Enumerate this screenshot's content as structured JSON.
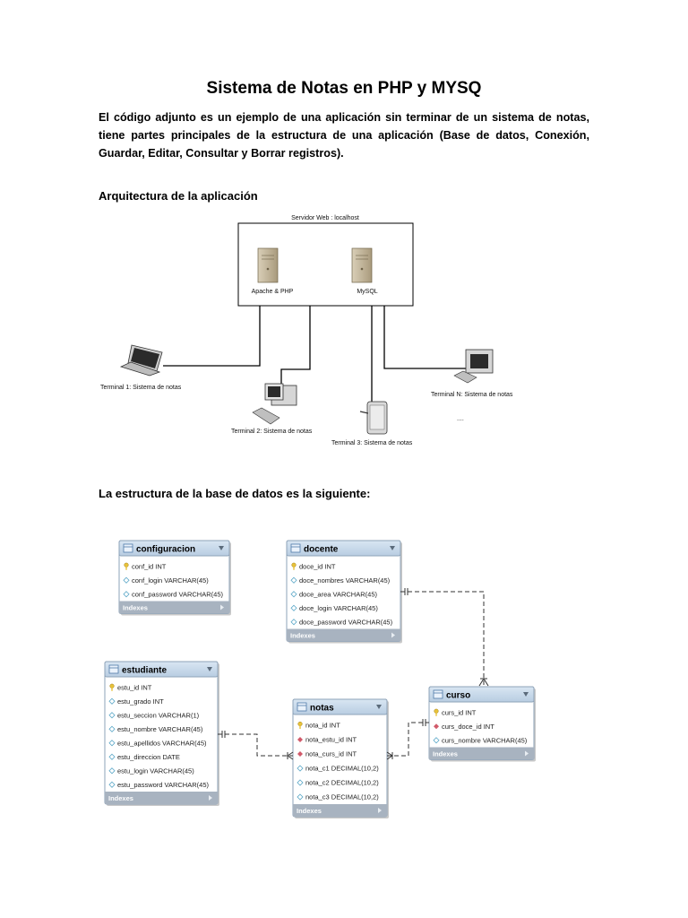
{
  "document": {
    "title": "Sistema de Notas en PHP y MYSQ",
    "intro": "El código adjunto es un ejemplo de una aplicación sin terminar de un sistema de notas, tiene partes principales de la estructura de una aplicación (Base de datos, Conexión, Guardar, Editar, Consultar y Borrar registros).",
    "section_architecture": "Arquitectura de la aplicación",
    "section_database": "La estructura de la base de datos es la siguiente:"
  },
  "architecture": {
    "server_label": "Servidor Web : localhost",
    "apache_label": "Apache & PHP",
    "mysql_label": "MySQL",
    "terminal1": "Terminal 1: Sistema de notas",
    "terminal2": "Terminal 2: Sistema de notas",
    "terminal3": "Terminal 3: Sistema de notas",
    "terminalN": "Terminal N: Sistema de notas",
    "ellipsis": "...."
  },
  "tables": {
    "configuracion": {
      "name": "configuracion",
      "rows": [
        "conf_id INT",
        "conf_login VARCHAR(45)",
        "conf_password VARCHAR(45)"
      ],
      "indexes": "Indexes"
    },
    "docente": {
      "name": "docente",
      "rows": [
        "doce_id INT",
        "doce_nombres VARCHAR(45)",
        "doce_area VARCHAR(45)",
        "doce_login VARCHAR(45)",
        "doce_password VARCHAR(45)"
      ],
      "indexes": "Indexes"
    },
    "estudiante": {
      "name": "estudiante",
      "rows": [
        "estu_id INT",
        "estu_grado INT",
        "estu_seccion VARCHAR(1)",
        "estu_nombre VARCHAR(45)",
        "estu_apellidos VARCHAR(45)",
        "estu_direccion DATE",
        "estu_login VARCHAR(45)",
        "estu_password VARCHAR(45)"
      ],
      "indexes": "Indexes"
    },
    "notas": {
      "name": "notas",
      "rows": [
        "nota_id INT",
        "nota_estu_id INT",
        "nota_curs_id INT",
        "nota_c1 DECIMAL(10,2)",
        "nota_c2 DECIMAL(10,2)",
        "nota_c3 DECIMAL(10,2)"
      ],
      "indexes": "Indexes"
    },
    "curso": {
      "name": "curso",
      "rows": [
        "curs_id INT",
        "curs_doce_id INT",
        "curs_nombre VARCHAR(45)"
      ],
      "indexes": "Indexes"
    }
  },
  "colors": {
    "table_header": "#c6d9ec",
    "table_index_bar": "#a8b3c0",
    "key_icon": "#e8c23a",
    "fk_icon": "#d15a6a",
    "column_icon": "#5aa7c7"
  }
}
